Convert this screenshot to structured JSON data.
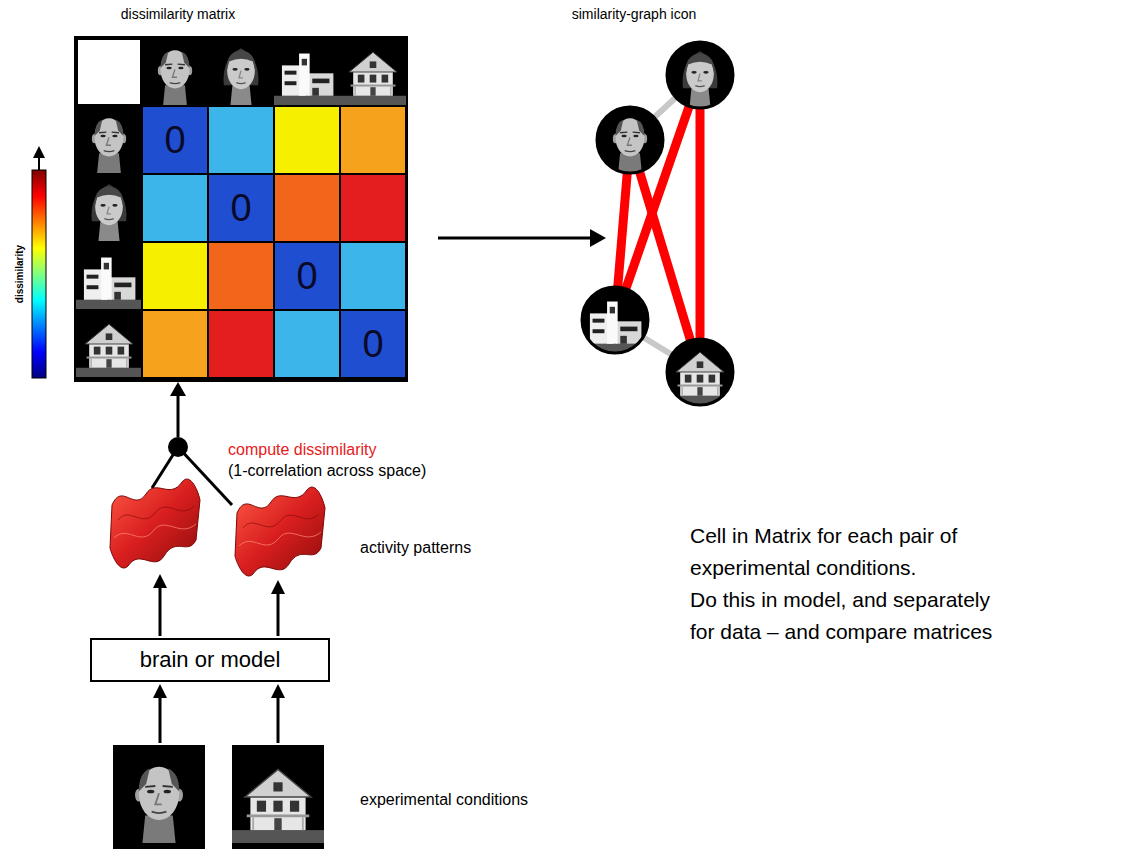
{
  "diagram": {
    "nodes": [
      {
        "text": [
          "brain or model"
        ]
      }
    ],
    "labels": [
      "dissimilarity matrix",
      "similarity-graph icon",
      "dissimilarity",
      "0",
      "0",
      "0",
      "0",
      "compute dissimilarity",
      "(1-correlation across space)",
      "activity patterns",
      "experimental conditions",
      "Cell in Matrix for each pair of experimental conditions.",
      "Do this in model, and separately for data – and compare matrices"
    ]
  }
}
